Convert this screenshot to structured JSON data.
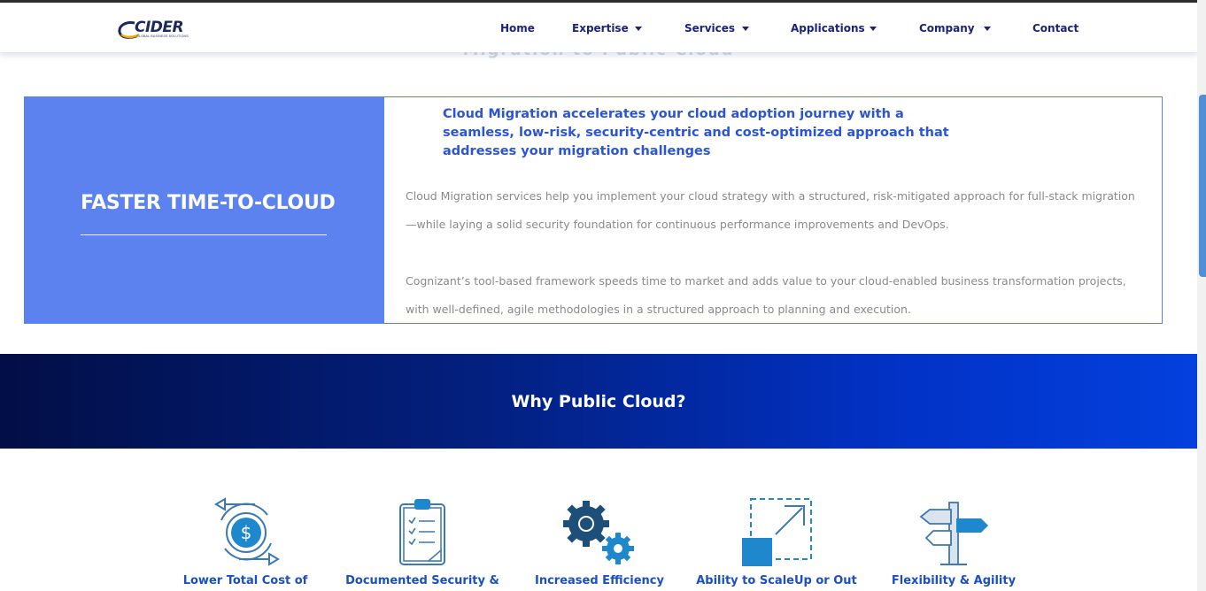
{
  "header": {
    "logo_text": "CIDER",
    "logo_subtext": "GLOBAL BUSINESS SOLUTIONS",
    "nav": [
      {
        "label": "Home",
        "has_dropdown": false
      },
      {
        "label": "Expertise",
        "has_dropdown": true
      },
      {
        "label": "Services",
        "has_dropdown": true
      },
      {
        "label": "Applications",
        "has_dropdown": true
      },
      {
        "label": "Company",
        "has_dropdown": true
      },
      {
        "label": "Contact",
        "has_dropdown": false
      }
    ]
  },
  "hero_partial_title": "Migration to Public Cloud",
  "feature": {
    "heading": "FASTER TIME-TO-CLOUD",
    "lead": "Cloud Migration accelerates your cloud adoption journey with a seamless, low-risk, security-centric and cost-optimized approach that addresses your migration challenges",
    "paragraphs": [
      "Cloud Migration services help you implement your cloud strategy with a structured, risk-mitigated approach for full-stack migration—while laying a solid security foundation for continuous performance improvements and DevOps.",
      "Cognizant’s tool-based framework speeds time to market and adds value to your cloud-enabled business transformation projects, with well-defined, agile methodologies in a structured approach to planning and execution."
    ]
  },
  "why": {
    "title": "Why Public Cloud?",
    "benefits": [
      {
        "label": "Lower Total Cost of",
        "icon": "cost-cycle-icon"
      },
      {
        "label": "Documented Security &",
        "icon": "clipboard-checklist-icon"
      },
      {
        "label": "Increased Efficiency",
        "icon": "gears-icon"
      },
      {
        "label": "Ability to ScaleUp or Out",
        "icon": "scale-up-icon"
      },
      {
        "label": "Flexibility & Agility",
        "icon": "signpost-icon"
      }
    ]
  },
  "colors": {
    "nav_text": "#1a237e",
    "feature_panel": "#5b82ee",
    "lead_text": "#2b55d6",
    "band_dark": "#020e46",
    "band_light": "#0340dd",
    "benefit_label": "#1b4fc4"
  }
}
